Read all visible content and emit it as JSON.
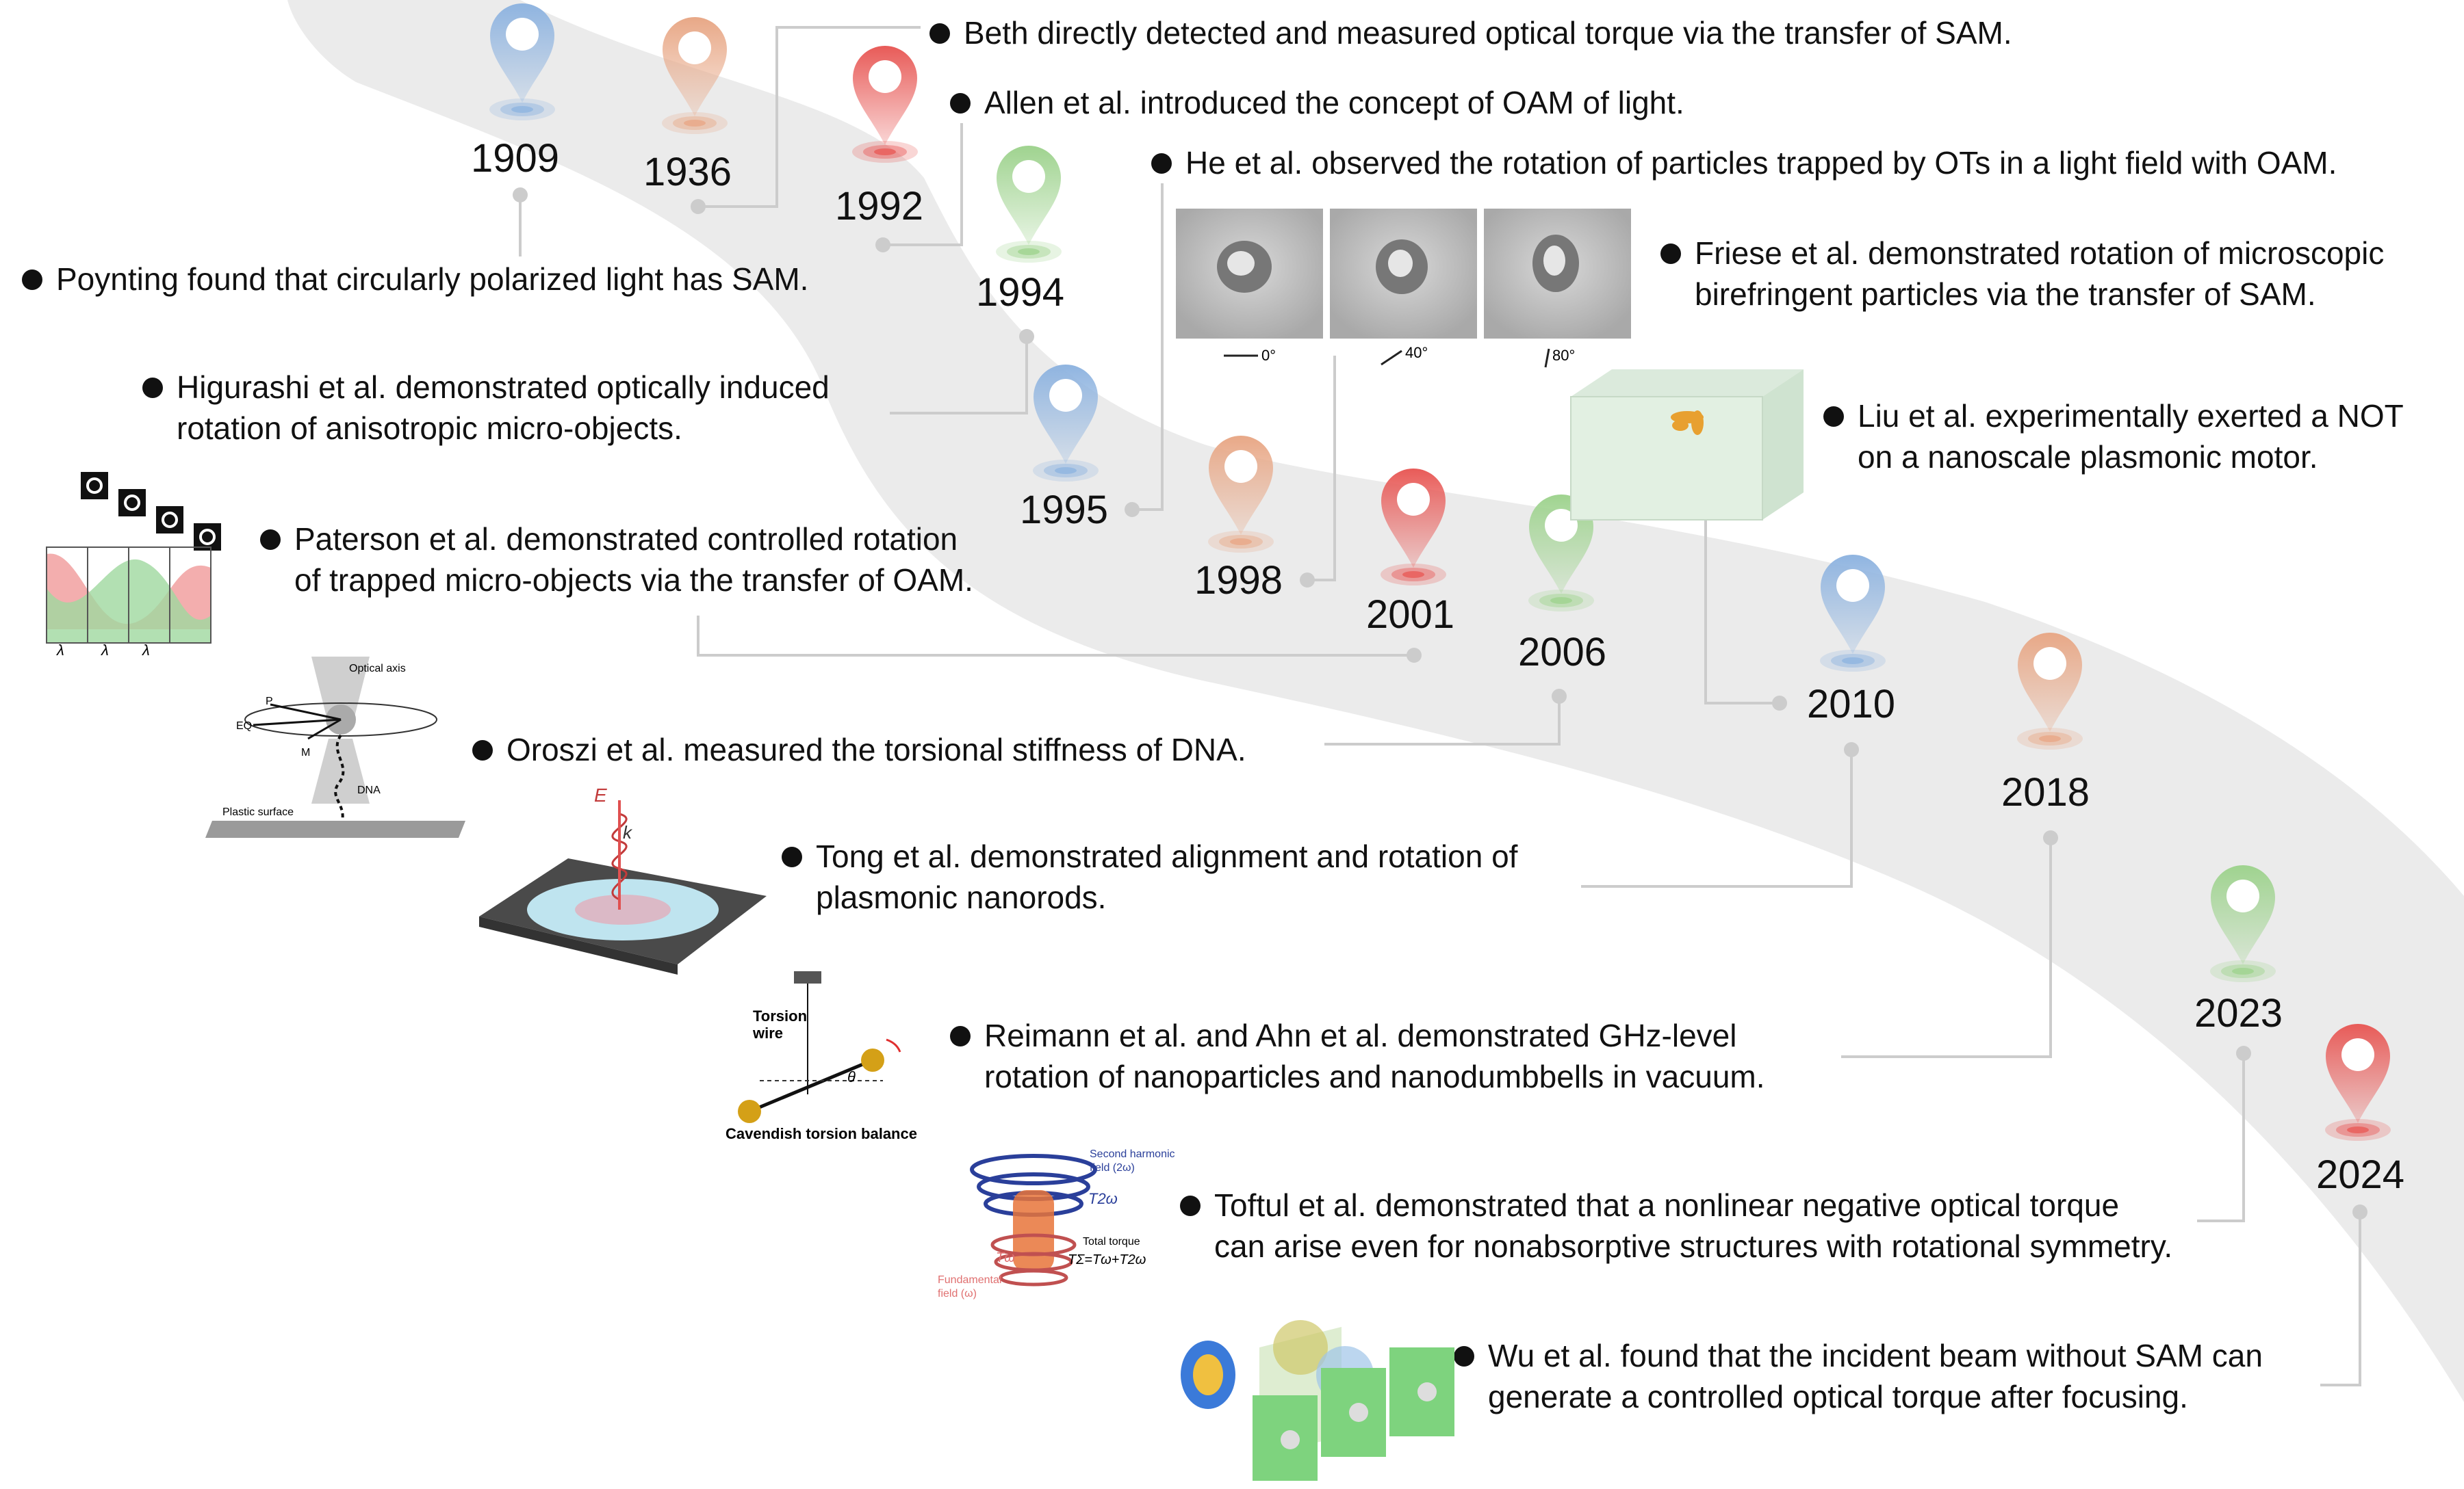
{
  "colors": {
    "blue": "#8fb4e0",
    "orange": "#e8a887",
    "red": "#e85b58",
    "green": "#9fd38f",
    "band": "#ebebeb",
    "connector": "#c9c9c9"
  },
  "milestones": [
    {
      "year": "1909",
      "color": "blue",
      "icon": "location-pin-icon"
    },
    {
      "year": "1936",
      "color": "orange",
      "icon": "location-pin-icon"
    },
    {
      "year": "1992",
      "color": "red",
      "icon": "location-pin-icon"
    },
    {
      "year": "1994",
      "color": "green",
      "icon": "location-pin-icon"
    },
    {
      "year": "1995",
      "color": "blue",
      "icon": "location-pin-icon"
    },
    {
      "year": "1998",
      "color": "orange",
      "icon": "location-pin-icon"
    },
    {
      "year": "2001",
      "color": "red",
      "icon": "location-pin-icon"
    },
    {
      "year": "2006",
      "color": "green",
      "icon": "location-pin-icon"
    },
    {
      "year": "2010",
      "color": "blue",
      "icon": "location-pin-icon"
    },
    {
      "year": "2018",
      "color": "orange",
      "icon": "location-pin-icon"
    },
    {
      "year": "2023",
      "color": "green",
      "icon": "location-pin-icon"
    },
    {
      "year": "2024",
      "color": "red",
      "icon": "location-pin-icon"
    }
  ],
  "events": {
    "beth": [
      "Beth directly detected and measured optical torque via the transfer of SAM."
    ],
    "allen": [
      "Allen et al. introduced the concept of OAM of light."
    ],
    "he": [
      "He et al. observed the rotation of particles trapped by OTs in a light field with OAM."
    ],
    "poynting": [
      "Poynting found that circularly polarized light has SAM."
    ],
    "friese": [
      "Friese et al. demonstrated rotation of microscopic",
      "birefringent particles via the transfer of SAM."
    ],
    "higurashi": [
      "Higurashi et al. demonstrated optically induced",
      "rotation of anisotropic micro-objects."
    ],
    "liu": [
      "Liu et al. experimentally exerted a NOT",
      "on a nanoscale plasmonic motor."
    ],
    "paterson": [
      "Paterson et al. demonstrated controlled rotation",
      "of trapped micro-objects via the transfer of OAM."
    ],
    "oroszi": [
      "Oroszi et al. measured the torsional stiffness of DNA."
    ],
    "tong": [
      "Tong et al. demonstrated alignment and rotation of",
      "plasmonic nanorods."
    ],
    "reimann": [
      "Reimann et al. and Ahn et al. demonstrated GHz-level",
      "rotation of nanoparticles and nanodumbbells in vacuum."
    ],
    "toftul": [
      "Toftul et al. demonstrated that a nonlinear negative optical torque",
      "can arise even for nonabsorptive structures with rotational symmetry."
    ],
    "wu": [
      "Wu et al. found that the incident beam without SAM can",
      "generate a controlled optical torque after focusing."
    ]
  },
  "figures": {
    "he_angles": [
      "0°",
      "40°",
      "80°"
    ],
    "paterson_lambda": [
      "λ",
      "λ",
      "λ"
    ],
    "oroszi": {
      "optical_axis": "Optical axis",
      "p": "P",
      "eq": "EQ",
      "m": "M",
      "dna": "DNA",
      "surface": "Plastic surface"
    },
    "tong": {
      "e": "E",
      "k": "k"
    },
    "cavendish": {
      "wire": [
        "Torsion",
        "wire"
      ],
      "theta": "θ",
      "caption": "Cavendish torsion balance"
    },
    "toftul": {
      "second_harmonic": [
        "Second harmonic",
        "field (2ω)"
      ],
      "t2w": "T2ω",
      "total": "Total torque",
      "tsum": "TΣ=Tω+T2ω",
      "tw": "Tω",
      "fundamental": [
        "Fundamental",
        "field (ω)"
      ]
    }
  }
}
